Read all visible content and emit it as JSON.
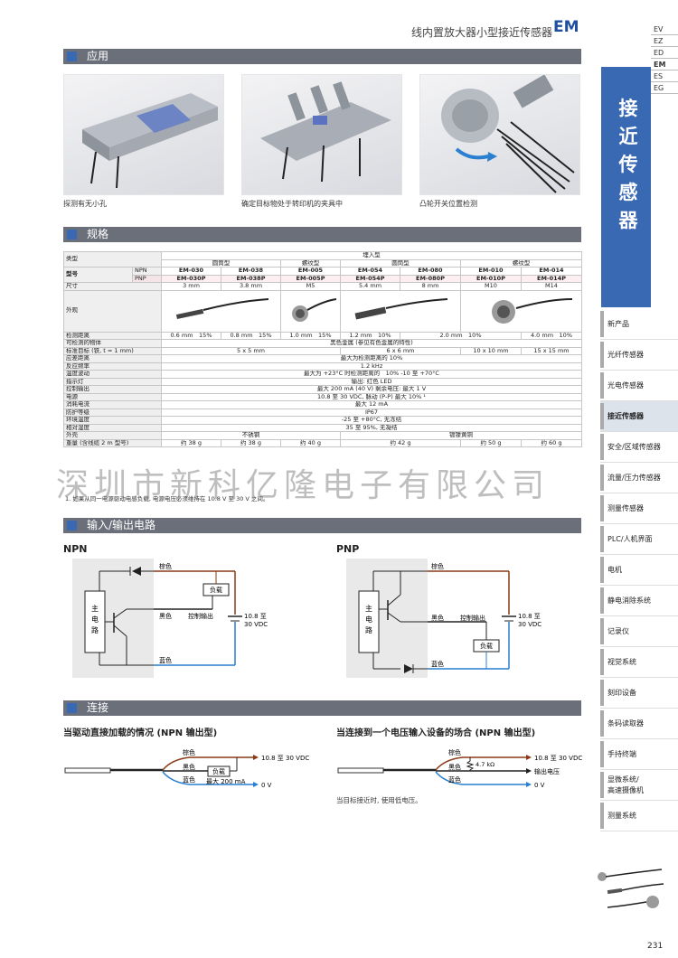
{
  "header": {
    "title": "线内置放大器小型接近传感器",
    "code": "EM"
  },
  "series_tabs": [
    "EV",
    "EZ",
    "ED",
    "EM",
    "ES",
    "EG"
  ],
  "side_title": [
    "接",
    "近",
    "传",
    "感",
    "器"
  ],
  "side_menu": [
    "新产品",
    "光纤传感器",
    "光电传感器",
    "接近传感器",
    "安全/区域传感器",
    "流量/压力传感器",
    "测量传感器",
    "PLC/人机界面",
    "电机",
    "静电消除系统",
    "记录仪",
    "视觉系统",
    "刻印设备",
    "条码读取器",
    "手持终端",
    "显微系统/",
    "高速摄像机",
    "测量系统"
  ],
  "sections": {
    "app": "应用",
    "spec": "规格",
    "io": "输入/输出电路",
    "conn": "连接"
  },
  "captions": [
    "探测有无小孔",
    "确定目标物处于转印机的夹具中",
    "凸轮开关位置检测"
  ],
  "spec": {
    "type_label": "类型",
    "type_group": "埋入型",
    "subtypes": [
      "圆筒型",
      "螺纹型",
      "圆筒型",
      "螺纹型"
    ],
    "model_label": "型号",
    "npn": "NPN",
    "pnp": "PNP",
    "npn_models": [
      "EM-030",
      "EM-038",
      "EM-005",
      "EM-054",
      "EM-080",
      "EM-010",
      "EM-014"
    ],
    "pnp_models": [
      "EM-030P",
      "EM-038P",
      "EM-005P",
      "EM-054P",
      "EM-080P",
      "EM-010P",
      "EM-014P"
    ],
    "size_label": "尺寸",
    "sizes": [
      "3 mm",
      "3.8 mm",
      "M5",
      "5.4 mm",
      "8 mm",
      "M10",
      "M14"
    ],
    "appear_label": "外观",
    "dist_label": "检测距离",
    "dist": [
      "0.6 mm　15%",
      "0.8 mm　15%",
      "1.0 mm　15%",
      "1.2 mm　10%",
      "2.0 mm　10%",
      "4.0 mm　10%"
    ],
    "rows": [
      {
        "label": "可检测的物体",
        "value": "黑色金属 (参见有色金属的特性)"
      },
      {
        "label": "标准目标 (铁, t = 1 mm)",
        "values": [
          "5 x 5 mm",
          "6 x 6 mm",
          "10 x 10 mm",
          "15 x 15 mm"
        ]
      },
      {
        "label": "应差距离",
        "value": "最大为检测距离的 10%"
      },
      {
        "label": "反应频率",
        "value": "1.2 kHz"
      },
      {
        "label": "温度波动",
        "value": "最大为 +23°C 时检测距离的　10% -10 至 +70°C"
      },
      {
        "label": "指示灯",
        "value": "输出: 红色 LED"
      },
      {
        "label": "控制输出",
        "value": "最大 200 mA (40 V) 剩余电压: 最大 1 V"
      },
      {
        "label": "电源",
        "value": "10.8 至 30 VDC, 脉动 (P-P) 最大 10% ¹"
      },
      {
        "label": "消耗电流",
        "value": "最大 12 mA"
      },
      {
        "label": "防护等级",
        "value": "IP67"
      },
      {
        "label": "环境温度",
        "value": "-25 至 +80°C, 无冻结"
      },
      {
        "label": "相对湿度",
        "value": "35 至 95%, 无凝结"
      }
    ],
    "housing_label": "外壳",
    "housing": [
      "不锈钢",
      "镀镍黄铜"
    ],
    "weight_label": "重量 (含线缆 2 m 型号)",
    "weights": [
      "约 38 g",
      "约 38 g",
      "约 40 g",
      "约 42 g",
      "约 50 g",
      "约 60 g"
    ],
    "footnote": "1. 如果从同一电源驱动电感负载, 电源电压必须维持在 10.8 V 至 30 V 之间。"
  },
  "watermark": "深圳市新科亿隆电子有限公司",
  "circuits": {
    "npn_title": "NPN",
    "pnp_title": "PNP",
    "brown": "棕色",
    "black": "黑色",
    "blue": "蓝色",
    "load": "负载",
    "control_out": "控制输出",
    "supply": [
      "10.8 至",
      "30 VDC"
    ],
    "main_circuit": [
      "主",
      "电",
      "路"
    ]
  },
  "connection": {
    "left_title": "当驱动直接加载的情况 (NPN 输出型)",
    "right_title": "当连接到一个电压输入设备的场合 (NPN 输出型)",
    "left_supply": "10.8 至 30 VDC",
    "left_max": "最大 200 mA",
    "zero_v": "0 V",
    "right_supply": "10.8 至 30 VDC",
    "right_out": "输出电压",
    "resistor": "4.7 kΩ",
    "note": "当目标接近时, 使用低电压。"
  },
  "page_number": "231",
  "colors": {
    "brand": "#3a69b4",
    "bar": "#6b6f79",
    "brown_wire": "#8a3b16",
    "blue_wire": "#2a7fd0"
  }
}
